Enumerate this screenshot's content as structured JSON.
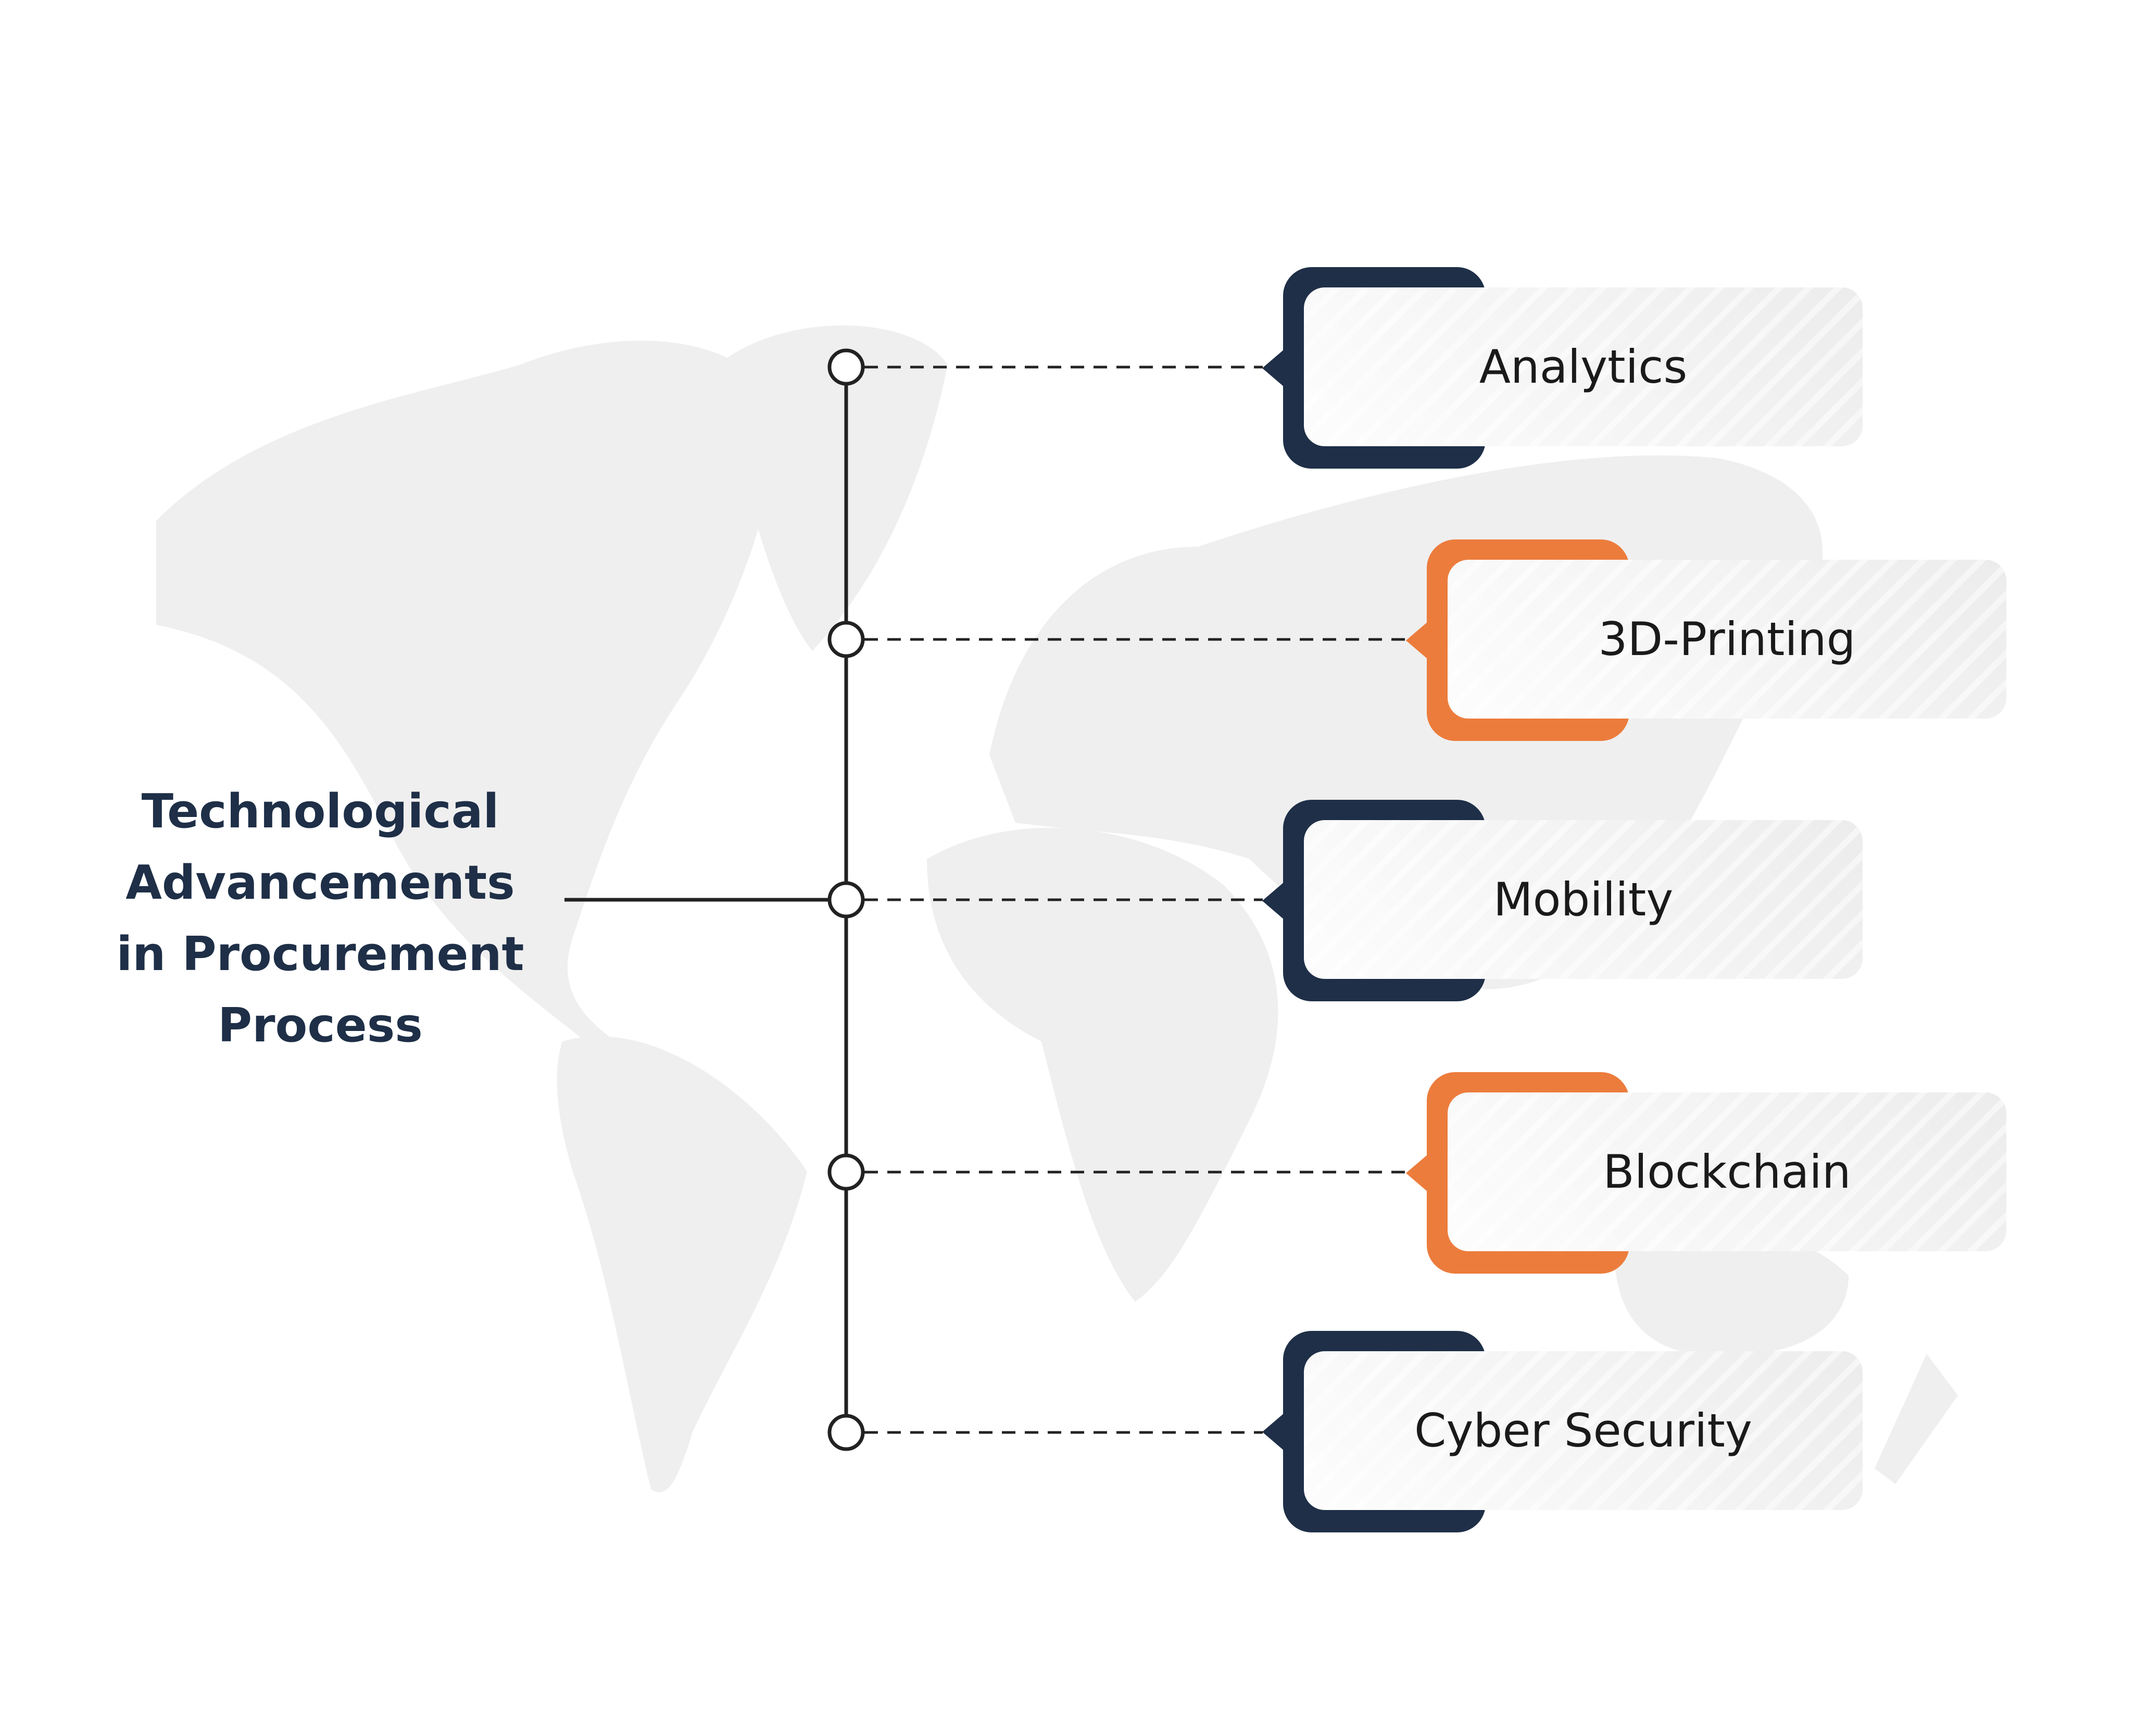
{
  "title_lines": [
    "Technological",
    "Advancements",
    "in Procurement",
    "Process"
  ],
  "items": [
    {
      "label": "Analytics",
      "color": "#1e2f47"
    },
    {
      "label": "3D-Printing",
      "color": "#ec7c3c"
    },
    {
      "label": "Mobility",
      "color": "#1e2f47"
    },
    {
      "label": "Blockchain",
      "color": "#ec7c3c"
    },
    {
      "label": "Cyber Security",
      "color": "#1e2f47"
    }
  ]
}
